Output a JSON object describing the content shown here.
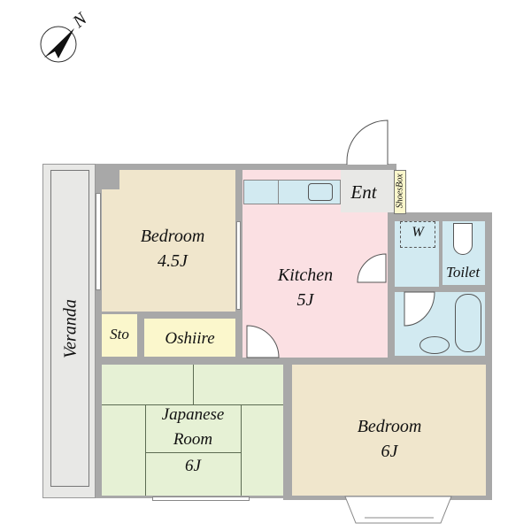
{
  "compass": {
    "label": "N",
    "icon": "compass-north-icon"
  },
  "colors": {
    "wall": "#a8a8a8",
    "veranda": "#e8e8e6",
    "bedroom": "#f0e6cc",
    "kitchen": "#fbe0e3",
    "wet_area": "#d2eaf1",
    "japanese_room": "#e6f1d5",
    "storage": "#fbf7cc",
    "entrance": "#e8e8e6"
  },
  "rooms": {
    "veranda": {
      "name": "Veranda"
    },
    "bedroom_small": {
      "name": "Bedroom",
      "size": "4.5J"
    },
    "storage": {
      "name": "Sto"
    },
    "oshiire": {
      "name": "Oshiire"
    },
    "kitchen": {
      "name": "Kitchen",
      "size": "5J"
    },
    "entrance": {
      "name": "Ent"
    },
    "shoebox": {
      "name": "ShoesBox"
    },
    "washer": {
      "name": "W"
    },
    "toilet": {
      "name": "Toilet"
    },
    "japanese_room": {
      "name": "Japanese",
      "name2": "Room",
      "size": "6J"
    },
    "bedroom_large": {
      "name": "Bedroom",
      "size": "6J"
    }
  }
}
